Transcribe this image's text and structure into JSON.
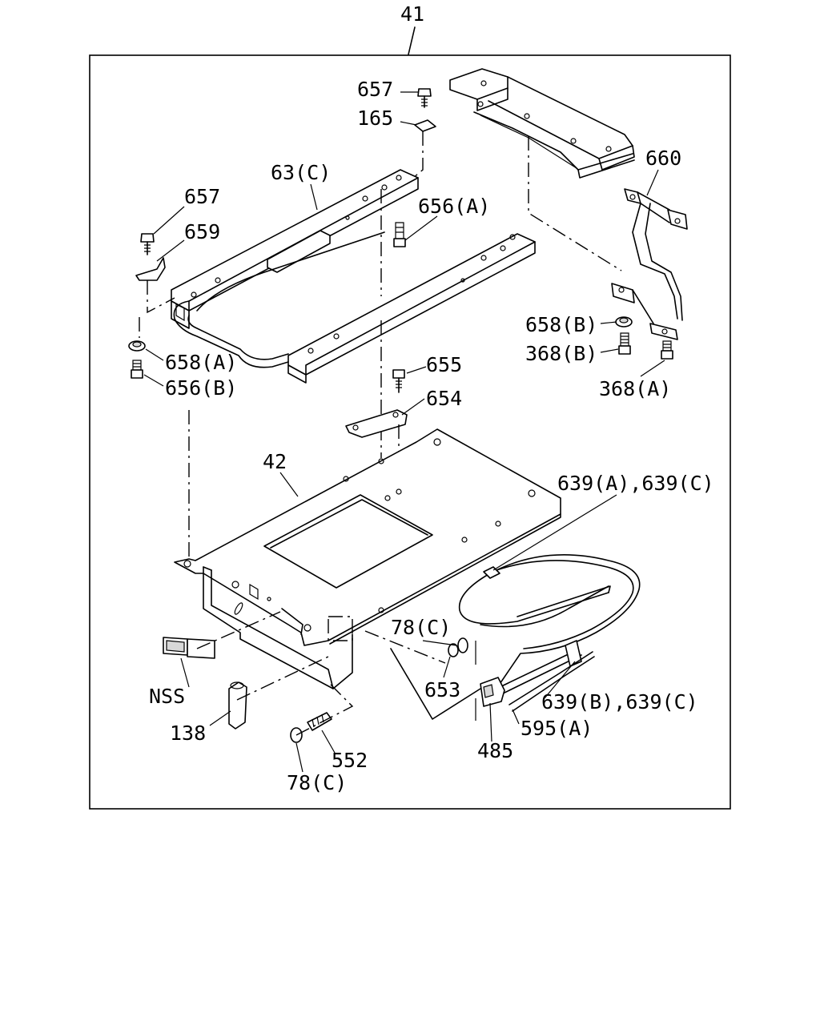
{
  "diagram": {
    "assembly_number": "41",
    "labels": {
      "l657_top": "657",
      "l165": "165",
      "l63c": "63(C)",
      "l660": "660",
      "l657_left": "657",
      "l659": "659",
      "l656a": "656(A)",
      "l658b": "658(B)",
      "l368b": "368(B)",
      "l658a": "658(A)",
      "l656b": "656(B)",
      "l655": "655",
      "l368a": "368(A)",
      "l654": "654",
      "l42": "42",
      "l639ac": "639(A),639(C)",
      "l78c_right": "78(C)",
      "l653": "653",
      "l639bc": "639(B),639(C)",
      "lnss": "NSS",
      "l595a": "595(A)",
      "l138": "138",
      "l485": "485",
      "l552": "552",
      "l78c_bottom": "78(C)"
    }
  }
}
